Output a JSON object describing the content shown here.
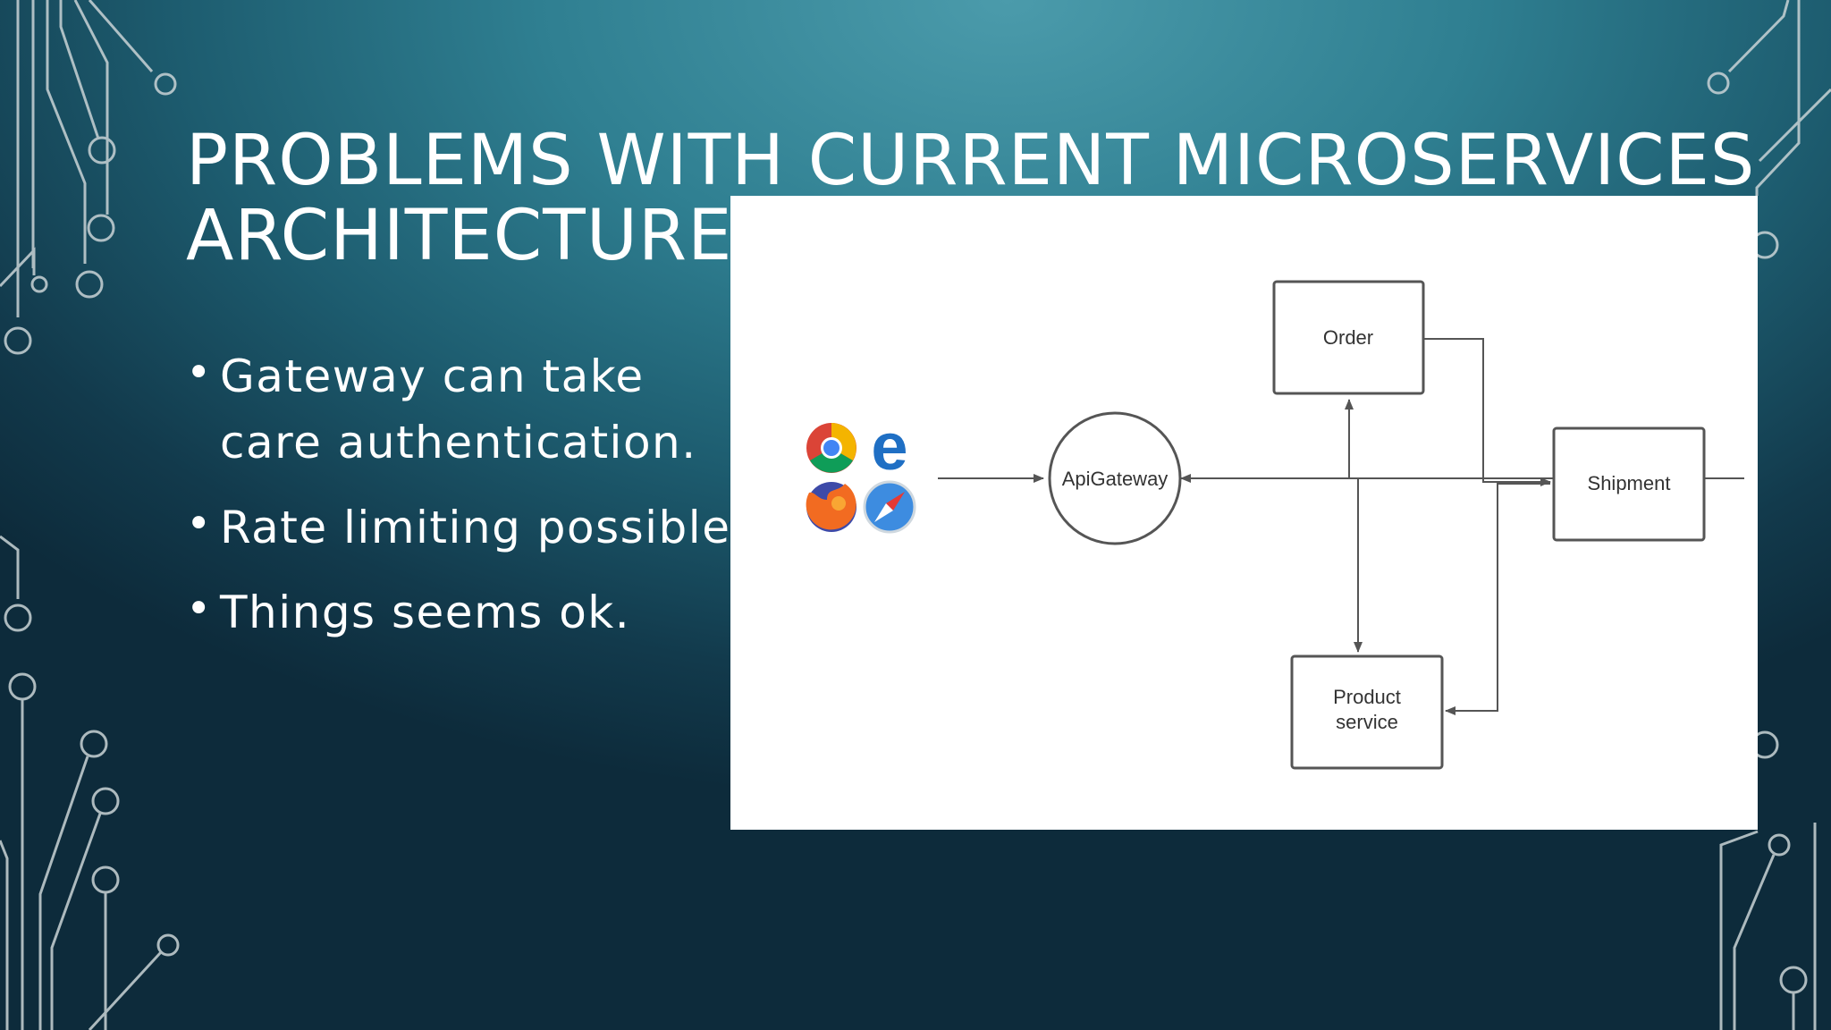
{
  "slide": {
    "title_line1": "PROBLEMS WITH CURRENT MICROSERVICES",
    "title_line2": "ARCHITECTURE",
    "bullets": [
      "Gateway can take care authentication.",
      "Rate limiting possible",
      "Things seems ok."
    ]
  },
  "diagram": {
    "nodes": {
      "gateway": "ApiGateway",
      "order": "Order",
      "shipment": "Shipment",
      "product_line1": "Product",
      "product_line2": "service"
    },
    "client_icons": [
      "chrome-icon",
      "edge-icon",
      "firefox-icon",
      "safari-icon"
    ],
    "colors": {
      "stroke": "#555555",
      "panel": "#ffffff",
      "circuit": "#c9d3d6"
    }
  }
}
